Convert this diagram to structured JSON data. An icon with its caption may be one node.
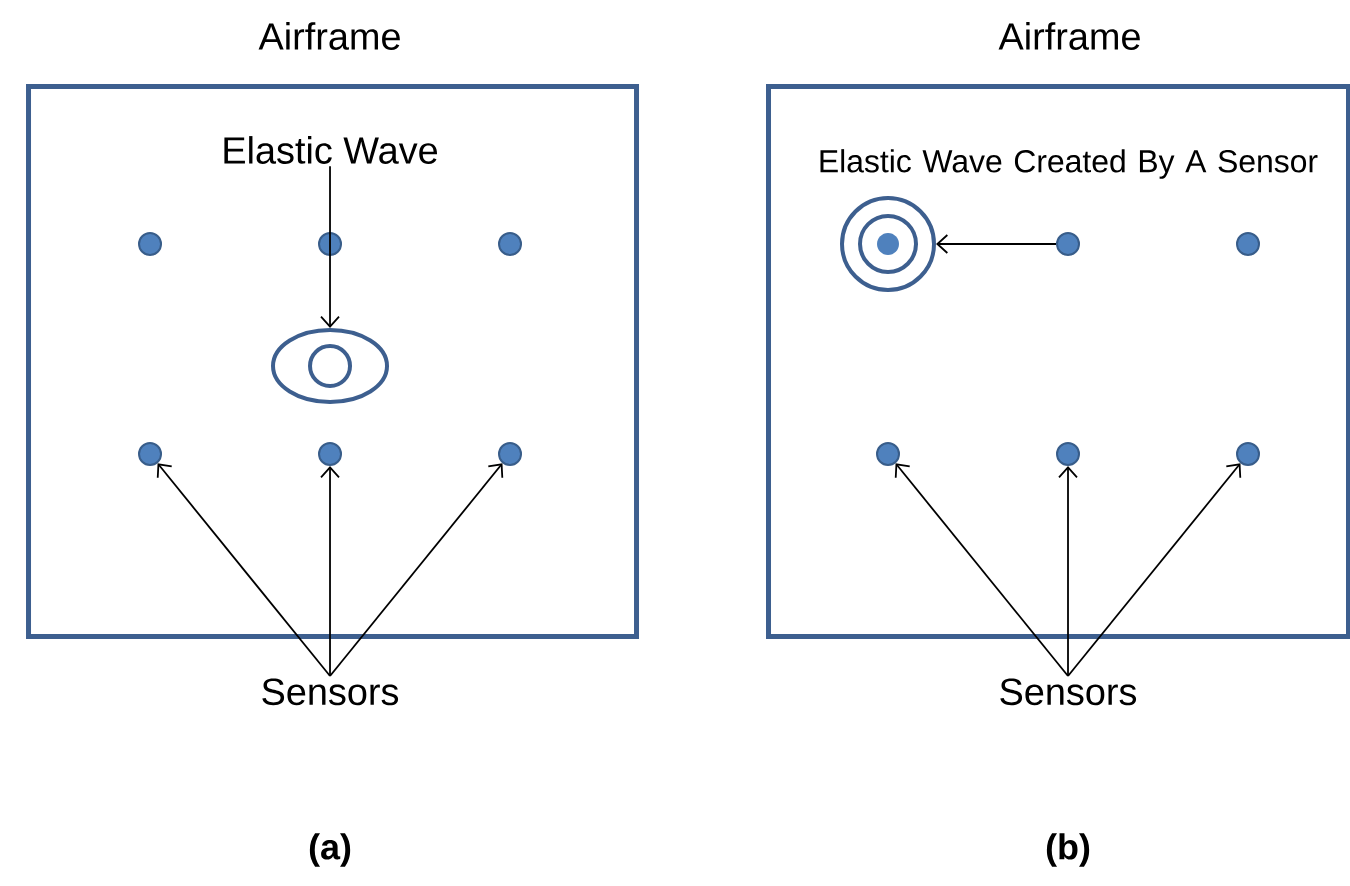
{
  "diagram": {
    "nodes": [
      {
        "text": [
          "Airframe"
        ]
      },
      {
        "text": [
          "Elastic Wave"
        ],
        "in": 0
      },
      {
        "text": [],
        "shape": "circle",
        "in": 0
      },
      {
        "text": [],
        "shape": "circle",
        "in": 0
      },
      {
        "text": [],
        "shape": "circle",
        "in": 0
      },
      {
        "text": [],
        "shape": "ellipse",
        "in": 0
      },
      {
        "text": [],
        "shape": "circle",
        "in": 0
      },
      {
        "text": [],
        "shape": "circle",
        "in": 0
      },
      {
        "text": [],
        "shape": "circle",
        "in": 0
      },
      {
        "text": [
          "Sensors"
        ]
      },
      {
        "text": [
          "Airframe"
        ]
      },
      {
        "text": [],
        "shape": "target",
        "in": 10
      },
      {
        "text": [],
        "shape": "circle",
        "in": 10
      },
      {
        "text": [],
        "shape": "circle",
        "in": 10
      },
      {
        "text": [],
        "shape": "circle",
        "in": 10
      },
      {
        "text": [],
        "shape": "circle",
        "in": 10
      },
      {
        "text": [],
        "shape": "circle",
        "in": 10
      },
      {
        "text": [
          "Sensors"
        ]
      }
    ],
    "edges": [
      {
        "from": 1,
        "to": 5,
        "arrow": "to"
      },
      {
        "from": 9,
        "to": 6,
        "arrow": "to"
      },
      {
        "from": 9,
        "to": 7,
        "arrow": "to"
      },
      {
        "from": 9,
        "to": 8,
        "arrow": "to"
      },
      {
        "from": 12,
        "to": 11,
        "arrow": "to"
      },
      {
        "from": 17,
        "to": 14,
        "arrow": "to"
      },
      {
        "from": 17,
        "to": 15,
        "arrow": "to"
      },
      {
        "from": 17,
        "to": 16,
        "arrow": "to"
      }
    ],
    "labels": [
      "Elastic Wave Created By A Sensor",
      "(a)",
      "(b)"
    ]
  }
}
